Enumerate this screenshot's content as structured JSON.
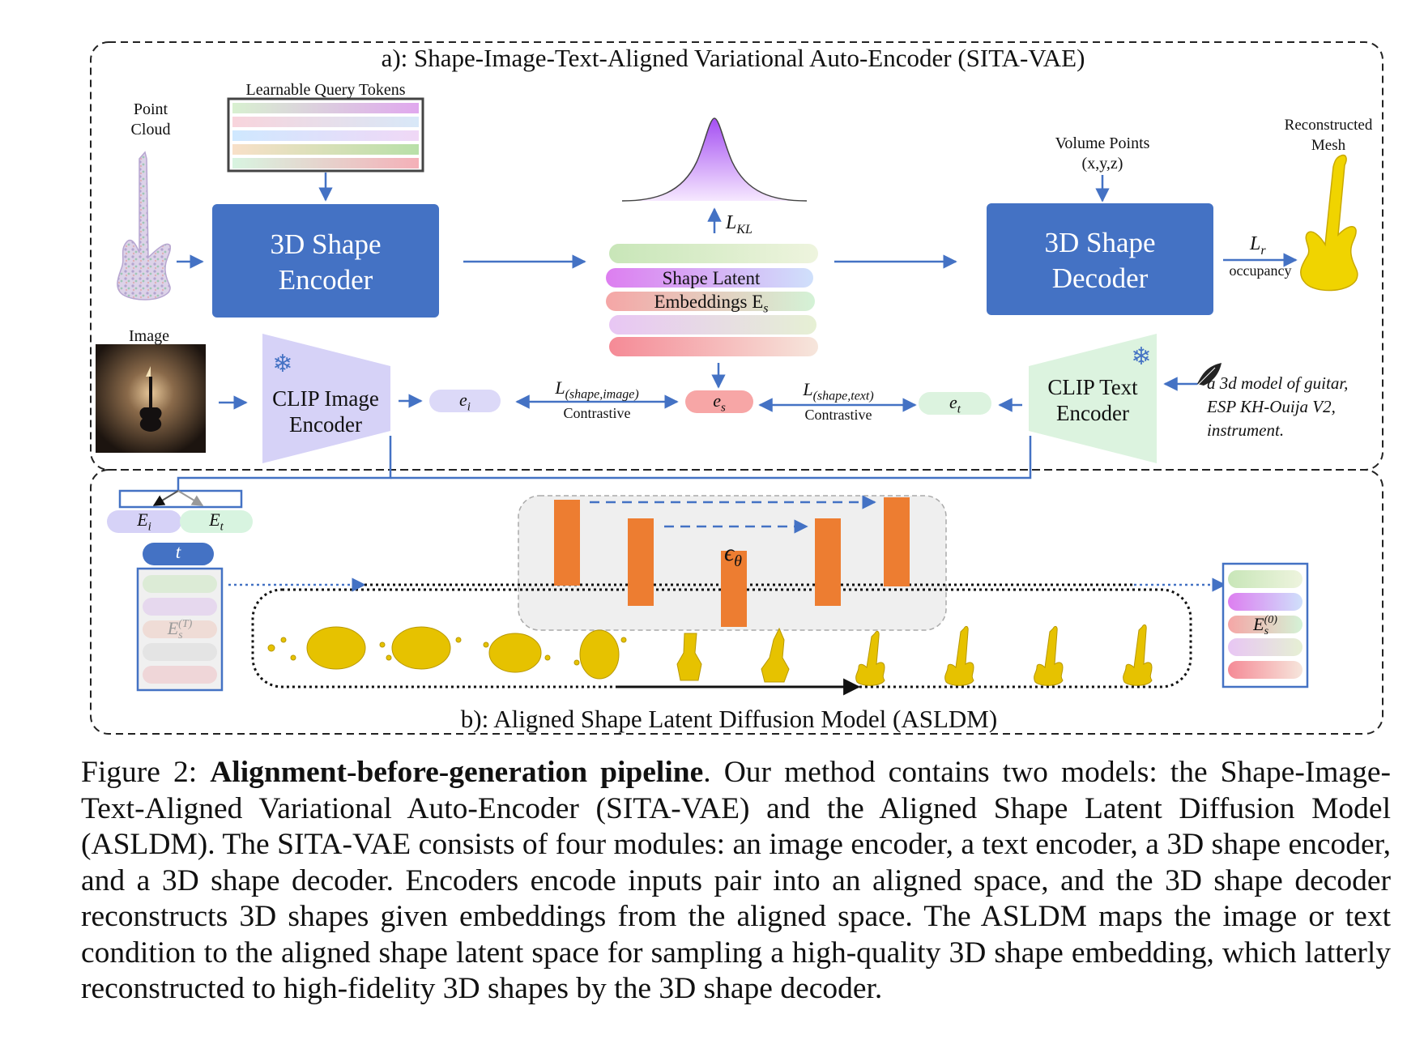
{
  "section_a": {
    "title": "a): Shape-Image-Text-Aligned Variational Auto-Encoder (SITA-VAE)",
    "point_cloud_label": [
      "Point",
      "Cloud"
    ],
    "query_tokens_label": "Learnable Query Tokens",
    "shape_encoder_label": [
      "3D Shape",
      "Encoder"
    ],
    "kl_loss": "L",
    "kl_sub": "KL",
    "latent_label_line1": "Shape Latent",
    "latent_label_line2": "Embeddings E",
    "latent_label_sub": "s",
    "volume_points_label": [
      "Volume Points",
      "(x,y,z)"
    ],
    "shape_decoder_label": [
      "3D Shape",
      "Decoder"
    ],
    "recon_loss": "L",
    "recon_sub": "r",
    "occupancy_label": "occupancy",
    "reconstructed_mesh_label": [
      "Reconstructed",
      "Mesh"
    ],
    "image_label": "Image",
    "clip_image_encoder_label": [
      "CLIP Image",
      "Encoder"
    ],
    "e_i": "e",
    "e_i_sub": "i",
    "loss_shape_image": "L",
    "loss_shape_image_sub": "(shape,image)",
    "contrastive_left": "Contrastive",
    "e_s": "e",
    "e_s_sub": "s",
    "loss_shape_text": "L",
    "loss_shape_text_sub": "(shape,text)",
    "contrastive_right": "Contrastive",
    "e_t": "e",
    "e_t_sub": "t",
    "clip_text_encoder_label": [
      "CLIP Text",
      "Encoder"
    ],
    "text_prompt": [
      "a 3d model of guitar,",
      "ESP KH-Ouija V2,",
      "instrument."
    ]
  },
  "section_b": {
    "title": "b): Aligned Shape Latent Diffusion Model (ASLDM)",
    "E_i": "E",
    "E_i_sub": "i",
    "E_t": "E",
    "E_t_sub": "t",
    "timestep": "t",
    "noisy_latent": "E",
    "noisy_latent_sub": "s",
    "noisy_latent_sup": "(T)",
    "denoiser": "ϵ",
    "denoiser_sub": "θ",
    "clean_latent": "E",
    "clean_latent_sub": "s",
    "clean_latent_sup": "(0)"
  },
  "caption": {
    "prefix": "Figure 2: ",
    "bold": "Alignment-before-generation pipeline",
    "body": ". Our method contains two models: the Shape-Image-Text-Aligned Variational Auto-Encoder (SITA-VAE) and the Aligned Shape Latent Diffusion Model (ASLDM). The SITA-VAE consists of four modules: an image encoder, a text encoder, a 3D shape encoder, and a 3D shape decoder. Encoders encode inputs pair into an aligned space, and the 3D shape decoder reconstructs 3D shapes given embeddings from the aligned space. The ASLDM maps the image or text condition to the aligned shape latent space for sampling a high-quality 3D shape embedding, which latterly reconstructed to high-fidelity 3D shapes by the 3D shape decoder."
  },
  "colors": {
    "block_blue": "#4472c4",
    "arrow_blue": "#4472c4",
    "clip_image_purple": "#d6d2f7",
    "clip_text_green": "#dcf3df",
    "unet_orange": "#ed7d31",
    "mesh_yellow": "#f0d400"
  }
}
